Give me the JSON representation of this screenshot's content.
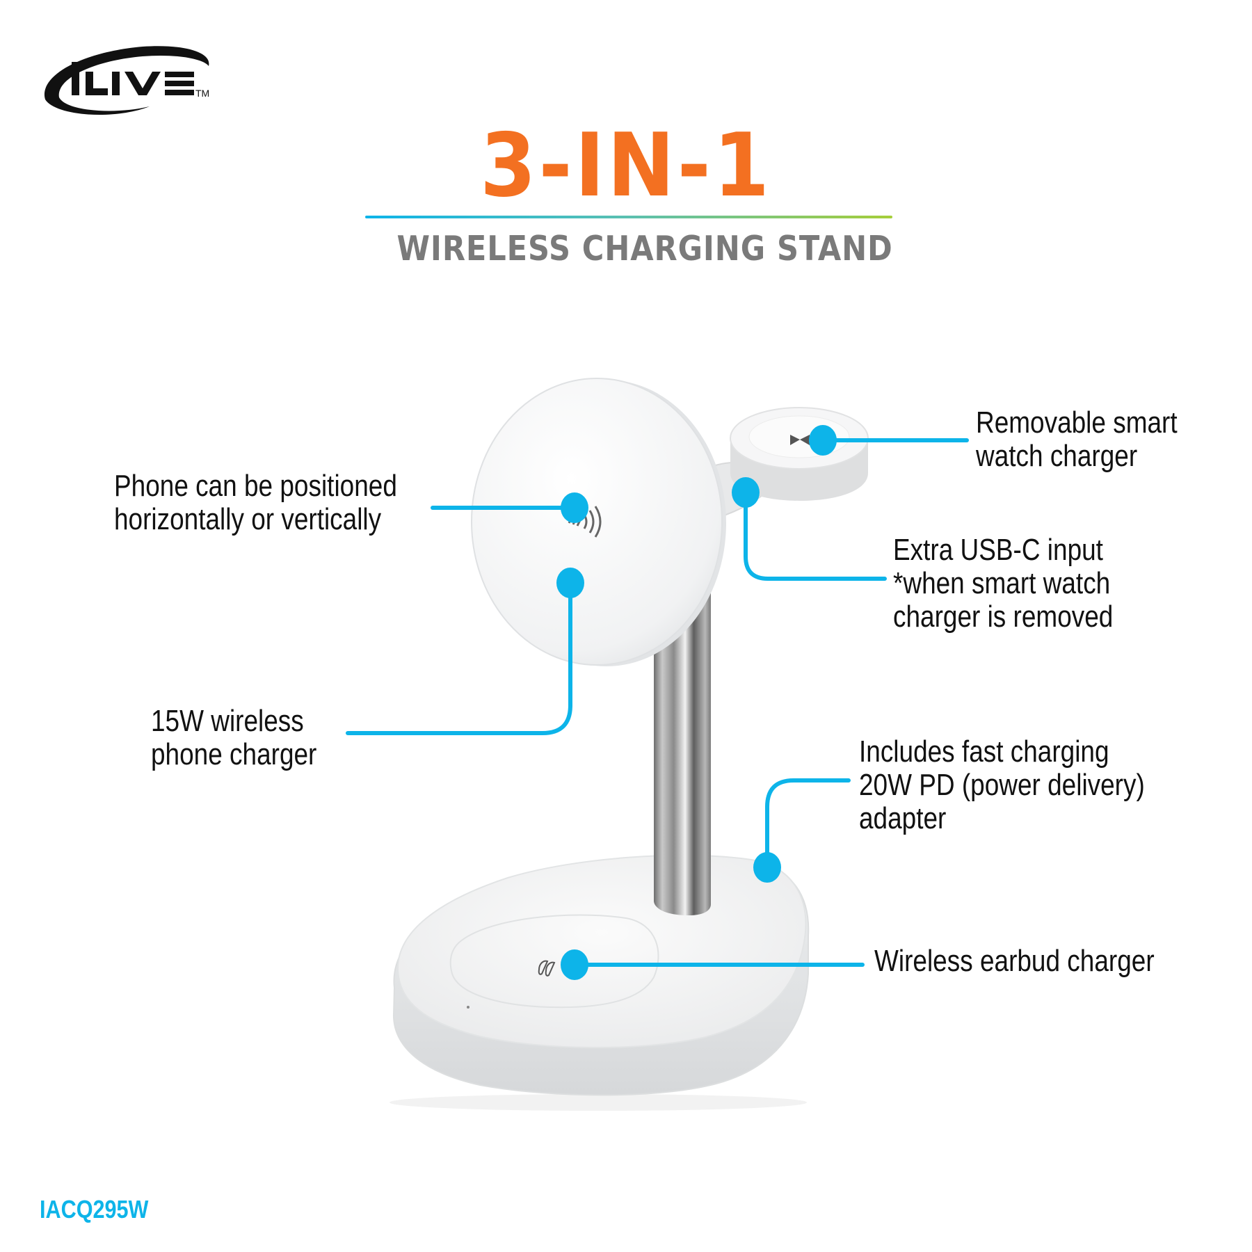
{
  "brand": {
    "logo_text": "iLIVE",
    "trademark": "TM"
  },
  "header": {
    "title": "3-IN-1",
    "subtitle": "WIRELESS CHARGING STAND"
  },
  "callouts": [
    {
      "id": "phone-position",
      "lines": [
        "Phone can be positioned",
        "horizontally or vertically"
      ]
    },
    {
      "id": "phone-charger",
      "lines": [
        "15W wireless",
        "phone charger"
      ]
    },
    {
      "id": "watch-charger",
      "lines": [
        "Removable smart",
        "watch charger"
      ]
    },
    {
      "id": "usb-c-input",
      "lines": [
        "Extra USB-C input",
        "*when smart watch",
        "charger is removed"
      ]
    },
    {
      "id": "pd-adapter",
      "lines": [
        "Includes fast charging",
        "20W PD (power delivery)",
        "adapter"
      ]
    },
    {
      "id": "earbud-charger",
      "lines": [
        "Wireless earbud charger"
      ]
    }
  ],
  "footer": {
    "model_number": "IACQ295W"
  },
  "icons": {
    "phone_pad": "wireless-charging-icon",
    "watch_pad": "watch-charger-icon",
    "base_pad": "earbuds-icon"
  },
  "colors": {
    "title": "#F37021",
    "subtitle": "#7A7A7A",
    "callout_line": "#0DB4E9",
    "model_number": "#0DB4E9",
    "text": "#111111",
    "rule_start": "#0DB4E9",
    "rule_end": "#A6CE39"
  }
}
